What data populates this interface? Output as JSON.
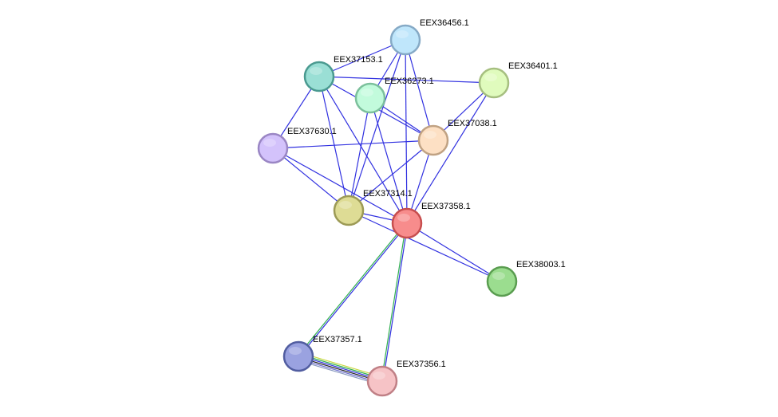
{
  "network": {
    "nodes": [
      {
        "id": "EEX37358.1",
        "label": "EEX37358.1",
        "fill": "#f78c8c",
        "stroke": "#c74e4e"
      },
      {
        "id": "EEX36456.1",
        "label": "EEX36456.1",
        "fill": "#bfe6fb",
        "stroke": "#86aac6"
      },
      {
        "id": "EEX37153.1",
        "label": "EEX37153.1",
        "fill": "#9adfd5",
        "stroke": "#4a9a90"
      },
      {
        "id": "EEX36273.1",
        "label": "EEX36273.1",
        "fill": "#c2fbdc",
        "stroke": "#7cc09c"
      },
      {
        "id": "EEX36401.1",
        "label": "EEX36401.1",
        "fill": "#e0fbbd",
        "stroke": "#a6bf80"
      },
      {
        "id": "EEX37038.1",
        "label": "EEX37038.1",
        "fill": "#fde0c4",
        "stroke": "#c0a283"
      },
      {
        "id": "EEX37630.1",
        "label": "EEX37630.1",
        "fill": "#d3c2fb",
        "stroke": "#9a86c4"
      },
      {
        "id": "EEX37314.1",
        "label": "EEX37314.1",
        "fill": "#dedc95",
        "stroke": "#9c9a55"
      },
      {
        "id": "EEX38003.1",
        "label": "EEX38003.1",
        "fill": "#9bdd8f",
        "stroke": "#5a9d50"
      },
      {
        "id": "EEX37357.1",
        "label": "EEX37357.1",
        "fill": "#9aa2e0",
        "stroke": "#515da0"
      },
      {
        "id": "EEX37356.1",
        "label": "EEX37356.1",
        "fill": "#f6c3c6",
        "stroke": "#c08086"
      }
    ],
    "edges": [
      {
        "source": "EEX37153.1",
        "target": "EEX36456.1",
        "colors": [
          "#3030e0"
        ]
      },
      {
        "source": "EEX37153.1",
        "target": "EEX36401.1",
        "colors": [
          "#3030e0"
        ]
      },
      {
        "source": "EEX37153.1",
        "target": "EEX37630.1",
        "colors": [
          "#3030e0"
        ]
      },
      {
        "source": "EEX37153.1",
        "target": "EEX37314.1",
        "colors": [
          "#3030e0"
        ]
      },
      {
        "source": "EEX37153.1",
        "target": "EEX37358.1",
        "colors": [
          "#3030e0"
        ]
      },
      {
        "source": "EEX37153.1",
        "target": "EEX37038.1",
        "colors": [
          "#3030e0"
        ]
      },
      {
        "source": "EEX36456.1",
        "target": "EEX36273.1",
        "colors": [
          "#3030e0"
        ]
      },
      {
        "source": "EEX36456.1",
        "target": "EEX37038.1",
        "colors": [
          "#3030e0"
        ]
      },
      {
        "source": "EEX36456.1",
        "target": "EEX37358.1",
        "colors": [
          "#3030e0"
        ]
      },
      {
        "source": "EEX36456.1",
        "target": "EEX37314.1",
        "colors": [
          "#3030e0"
        ]
      },
      {
        "source": "EEX36273.1",
        "target": "EEX37038.1",
        "colors": [
          "#3030e0"
        ]
      },
      {
        "source": "EEX36273.1",
        "target": "EEX37314.1",
        "colors": [
          "#3030e0"
        ]
      },
      {
        "source": "EEX36273.1",
        "target": "EEX37358.1",
        "colors": [
          "#3030e0"
        ]
      },
      {
        "source": "EEX36401.1",
        "target": "EEX37038.1",
        "colors": [
          "#3030e0"
        ]
      },
      {
        "source": "EEX36401.1",
        "target": "EEX37358.1",
        "colors": [
          "#3030e0"
        ]
      },
      {
        "source": "EEX37630.1",
        "target": "EEX37038.1",
        "colors": [
          "#3030e0"
        ]
      },
      {
        "source": "EEX37630.1",
        "target": "EEX37314.1",
        "colors": [
          "#3030e0"
        ]
      },
      {
        "source": "EEX37630.1",
        "target": "EEX37358.1",
        "colors": [
          "#3030e0"
        ]
      },
      {
        "source": "EEX37038.1",
        "target": "EEX37314.1",
        "colors": [
          "#3030e0"
        ]
      },
      {
        "source": "EEX37038.1",
        "target": "EEX37358.1",
        "colors": [
          "#3030e0"
        ]
      },
      {
        "source": "EEX37314.1",
        "target": "EEX37358.1",
        "colors": [
          "#3030e0"
        ]
      },
      {
        "source": "EEX37314.1",
        "target": "EEX38003.1",
        "colors": [
          "#3030e0"
        ]
      },
      {
        "source": "EEX37358.1",
        "target": "EEX38003.1",
        "colors": [
          "#3030e0"
        ]
      },
      {
        "source": "EEX37358.1",
        "target": "EEX37357.1",
        "colors": [
          "#3030e0",
          "#30b050"
        ]
      },
      {
        "source": "EEX37358.1",
        "target": "EEX37356.1",
        "colors": [
          "#3030e0",
          "#30b050"
        ]
      },
      {
        "source": "EEX37357.1",
        "target": "EEX37356.1",
        "colors": [
          "#c8d840",
          "#30b050",
          "#3030e0",
          "#202020",
          "#7070d0",
          "#8a9ac0"
        ]
      }
    ]
  }
}
